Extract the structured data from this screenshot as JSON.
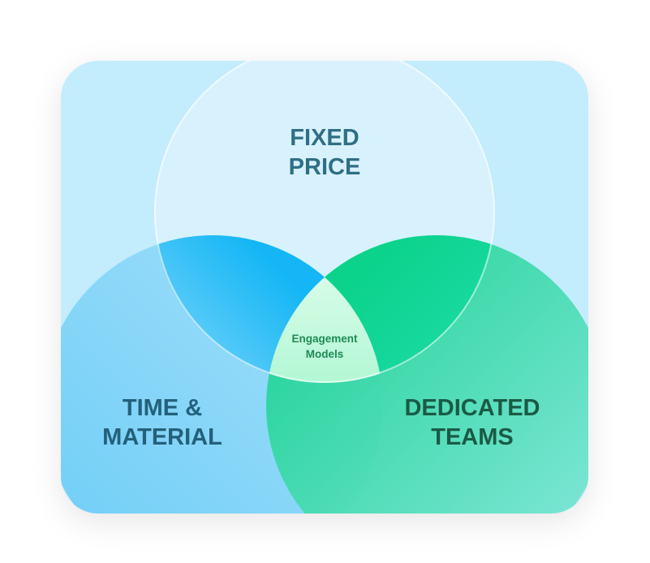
{
  "sets": [
    {
      "id": "fixed-price",
      "lines": [
        "FIXED",
        "PRICE"
      ],
      "color": "#2f6f86"
    },
    {
      "id": "time-material",
      "lines": [
        "TIME &",
        "MATERIAL"
      ],
      "color": "#24607a"
    },
    {
      "id": "dedicated-teams",
      "lines": [
        "DEDICATED",
        "TEAMS"
      ],
      "color": "#1b5a45"
    }
  ],
  "center": {
    "lines": [
      "Engagement",
      "Models"
    ],
    "color": "#1f8a55"
  },
  "colors": {
    "background": "#c3ecfc",
    "blue": "#14b6f5",
    "green": "#0bd38c",
    "center": "#a8f5c8"
  }
}
